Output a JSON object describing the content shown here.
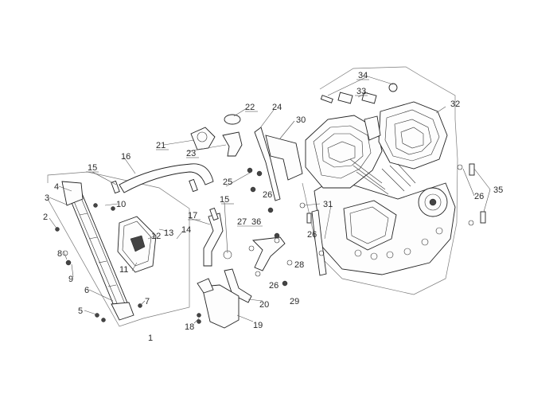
{
  "diagram": {
    "callouts": [
      "1",
      "2",
      "3",
      "4",
      "5",
      "6",
      "7",
      "8",
      "9",
      "10",
      "11",
      "12",
      "13",
      "14",
      "15",
      "15",
      "16",
      "17",
      "18",
      "19",
      "20",
      "21",
      "22",
      "23",
      "24",
      "25",
      "26",
      "26",
      "26",
      "26",
      "26",
      "27",
      "28",
      "29",
      "30",
      "31",
      "32",
      "33",
      "34",
      "35",
      "36"
    ]
  }
}
